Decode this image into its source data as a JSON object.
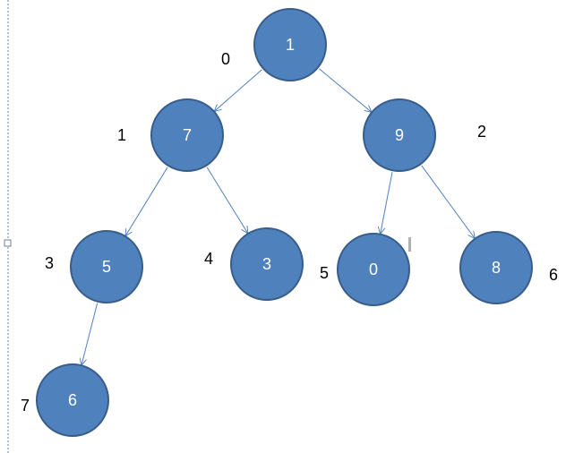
{
  "tree": {
    "nodes": [
      {
        "id": "n0",
        "value": "1",
        "index": "0"
      },
      {
        "id": "n1",
        "value": "7",
        "index": "1"
      },
      {
        "id": "n2",
        "value": "9",
        "index": "2"
      },
      {
        "id": "n3",
        "value": "5",
        "index": "3"
      },
      {
        "id": "n4",
        "value": "3",
        "index": "4"
      },
      {
        "id": "n5",
        "value": "0",
        "index": "5"
      },
      {
        "id": "n6",
        "value": "8",
        "index": "6"
      },
      {
        "id": "n7",
        "value": "6",
        "index": "7"
      }
    ],
    "edges": [
      {
        "from": "n0",
        "to": "n1"
      },
      {
        "from": "n0",
        "to": "n2"
      },
      {
        "from": "n1",
        "to": "n3"
      },
      {
        "from": "n1",
        "to": "n4"
      },
      {
        "from": "n2",
        "to": "n5"
      },
      {
        "from": "n2",
        "to": "n6"
      },
      {
        "from": "n3",
        "to": "n7"
      }
    ],
    "colors": {
      "node_fill": "#4f81bd",
      "node_stroke": "#385d8a",
      "edge": "#4f81bd",
      "node_text": "#ffffff",
      "index_text": "#000000"
    }
  }
}
